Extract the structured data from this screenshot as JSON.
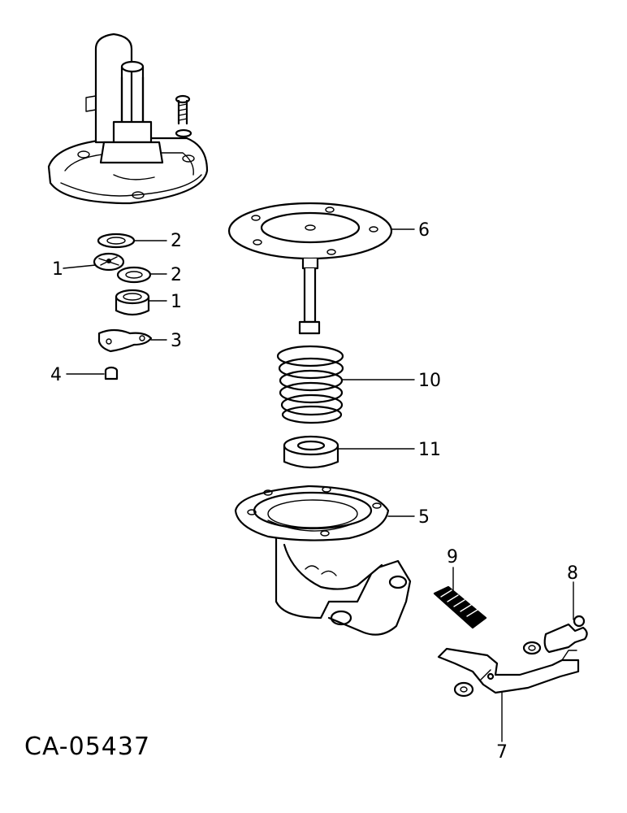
{
  "figure_ref": "CA-05437",
  "callouts": {
    "c1a": "1",
    "c1b": "1",
    "c2a": "2",
    "c2b": "2",
    "c3": "3",
    "c4": "4",
    "c5": "5",
    "c6": "6",
    "c7": "7",
    "c8": "8",
    "c9": "9",
    "c10": "10",
    "c11": "11"
  }
}
